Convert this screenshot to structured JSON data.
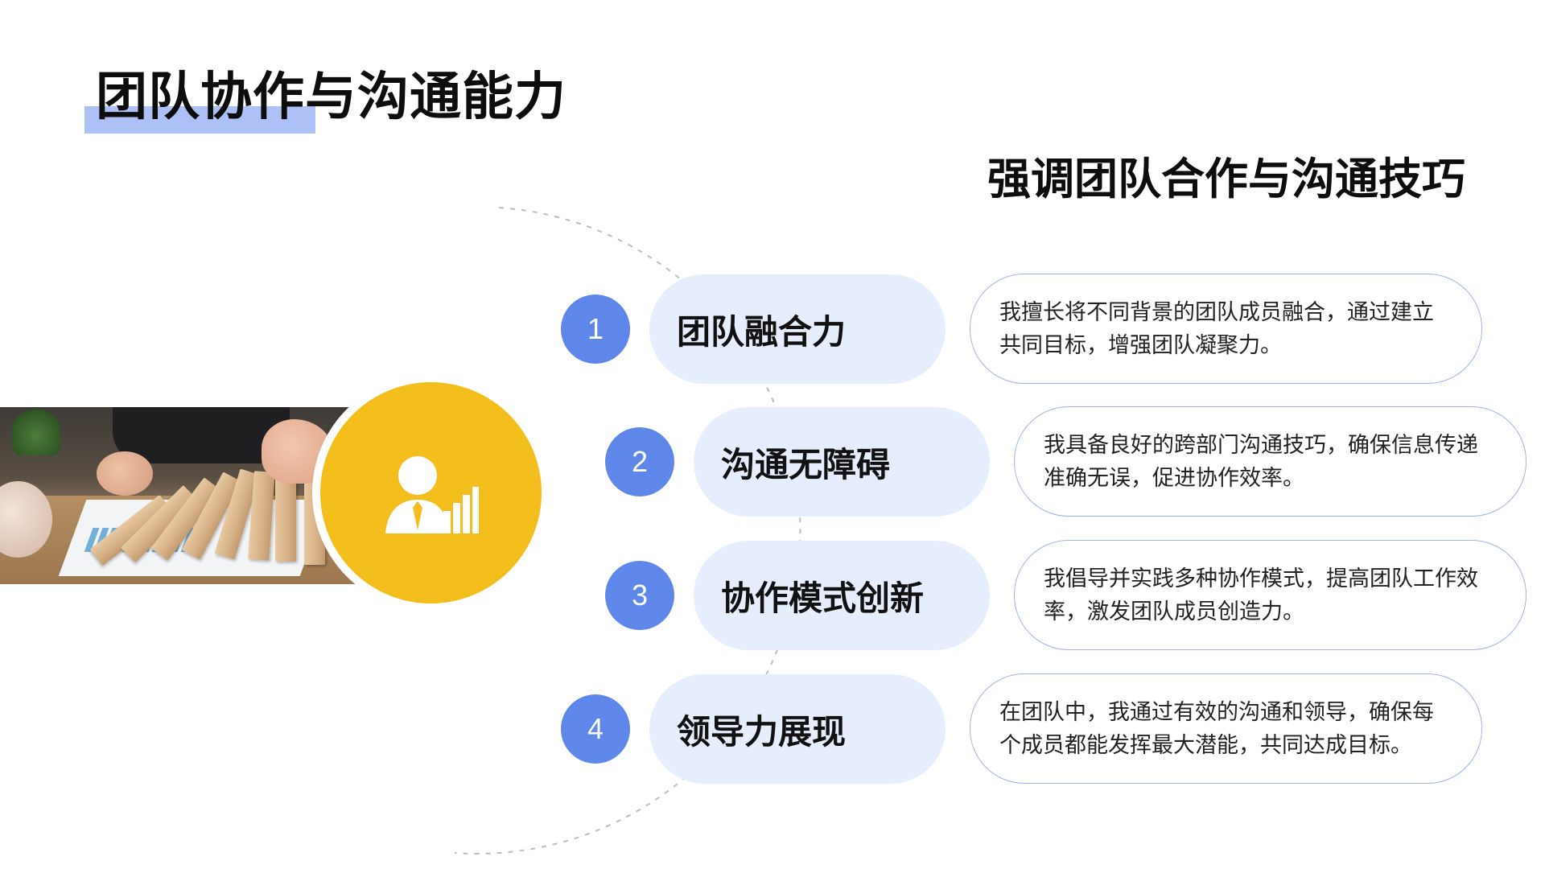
{
  "header": {
    "title": "团队协作与沟通能力",
    "subtitle": "强调团队合作与沟通技巧"
  },
  "feature": {
    "icon": "team-performance-chart-icon",
    "color": "#f3bd1b"
  },
  "colors": {
    "accent": "#5f87ea",
    "pill_bg": "#e6edfc",
    "title_highlight": "#aec1f7"
  },
  "items": [
    {
      "number": "1",
      "title": "团队融合力",
      "description": "我擅长将不同背景的团队成员融合，通过建立共同目标，增强团队凝聚力。"
    },
    {
      "number": "2",
      "title": "沟通无障碍",
      "description": "我具备良好的跨部门沟通技巧，确保信息传递准确无误，促进协作效率。"
    },
    {
      "number": "3",
      "title": "协作模式创新",
      "description": "我倡导并实践多种协作模式，提高团队工作效率，激发团队成员创造力。"
    },
    {
      "number": "4",
      "title": "领导力展现",
      "description": "在团队中，我通过有效的沟通和领导，确保每个成员都能发挥最大潜能，共同达成目标。"
    }
  ]
}
